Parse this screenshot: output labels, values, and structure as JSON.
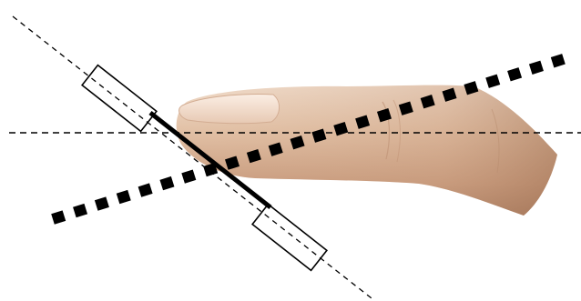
{
  "figure": {
    "background": "#ffffff",
    "line_color": "#000000",
    "finger_colors": {
      "light": "#ecd5bf",
      "mid": "#d9b49a",
      "dark": "#b08568",
      "nail": "#f3e1d3",
      "nail_edge": "#cfa98f"
    },
    "elements": [
      "finger-photo",
      "horizontal-dashed-line",
      "diagonal-dashed-line",
      "thick-dotted-line",
      "thick-solid-segment",
      "rectangle-upper-left",
      "rectangle-lower-right"
    ]
  }
}
